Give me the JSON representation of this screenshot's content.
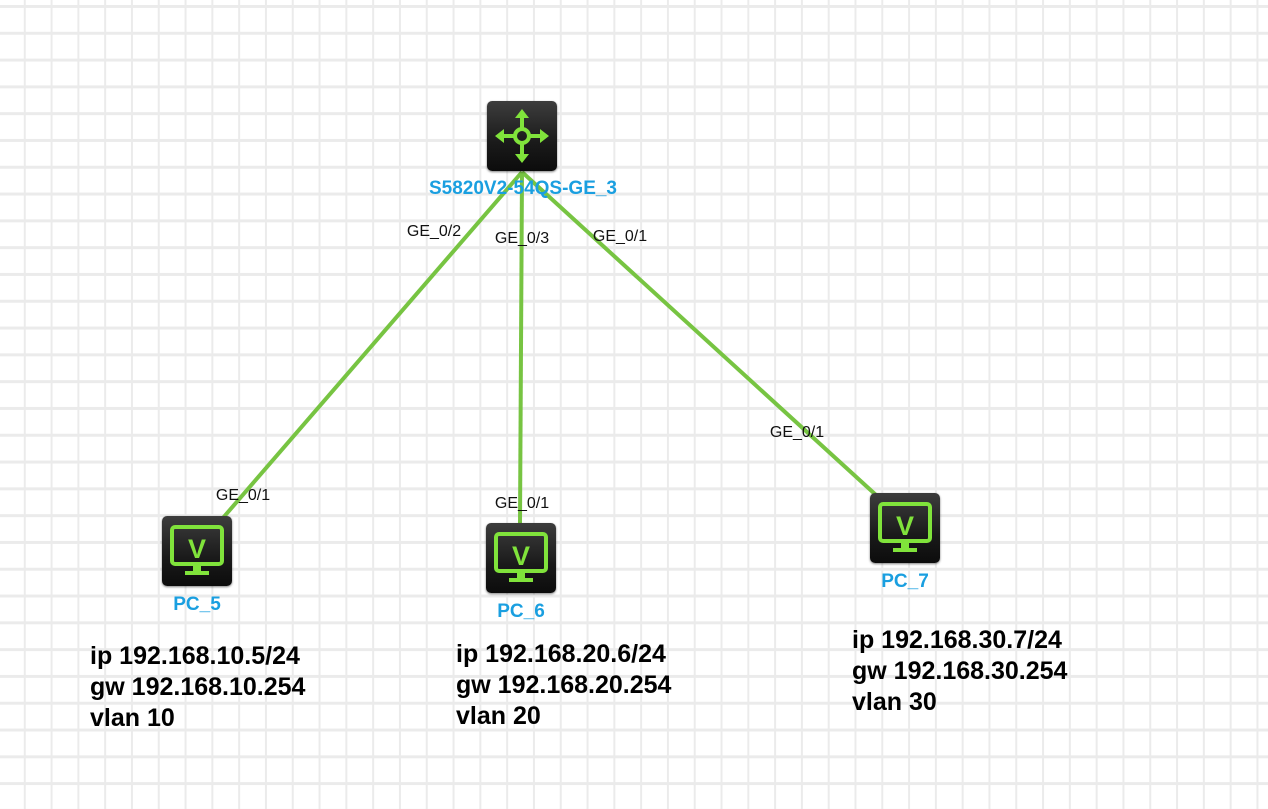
{
  "colors": {
    "link": "#77c442",
    "device_label": "#1a9fe0",
    "icon_accent": "#80e33b",
    "grid": "#ebebeb"
  },
  "switch": {
    "name": "S5820V2-54QS-GE_3",
    "icon": "switch-arrows-icon"
  },
  "pcs": [
    {
      "name": "PC_5",
      "icon": "monitor-v-icon",
      "ip": "ip 192.168.10.5/24",
      "gw": "gw 192.168.10.254",
      "vlan": "vlan 10"
    },
    {
      "name": "PC_6",
      "icon": "monitor-v-icon",
      "ip": "ip 192.168.20.6/24",
      "gw": "gw 192.168.20.254",
      "vlan": "vlan 20"
    },
    {
      "name": "PC_7",
      "icon": "monitor-v-icon",
      "ip": "ip 192.168.30.7/24",
      "gw": "gw 192.168.30.254",
      "vlan": "vlan 30"
    }
  ],
  "links": [
    {
      "switch_port": "GE_0/2",
      "pc_port": "GE_0/1"
    },
    {
      "switch_port": "GE_0/3",
      "pc_port": "GE_0/1"
    },
    {
      "switch_port": "GE_0/1",
      "pc_port": "GE_0/1"
    }
  ]
}
